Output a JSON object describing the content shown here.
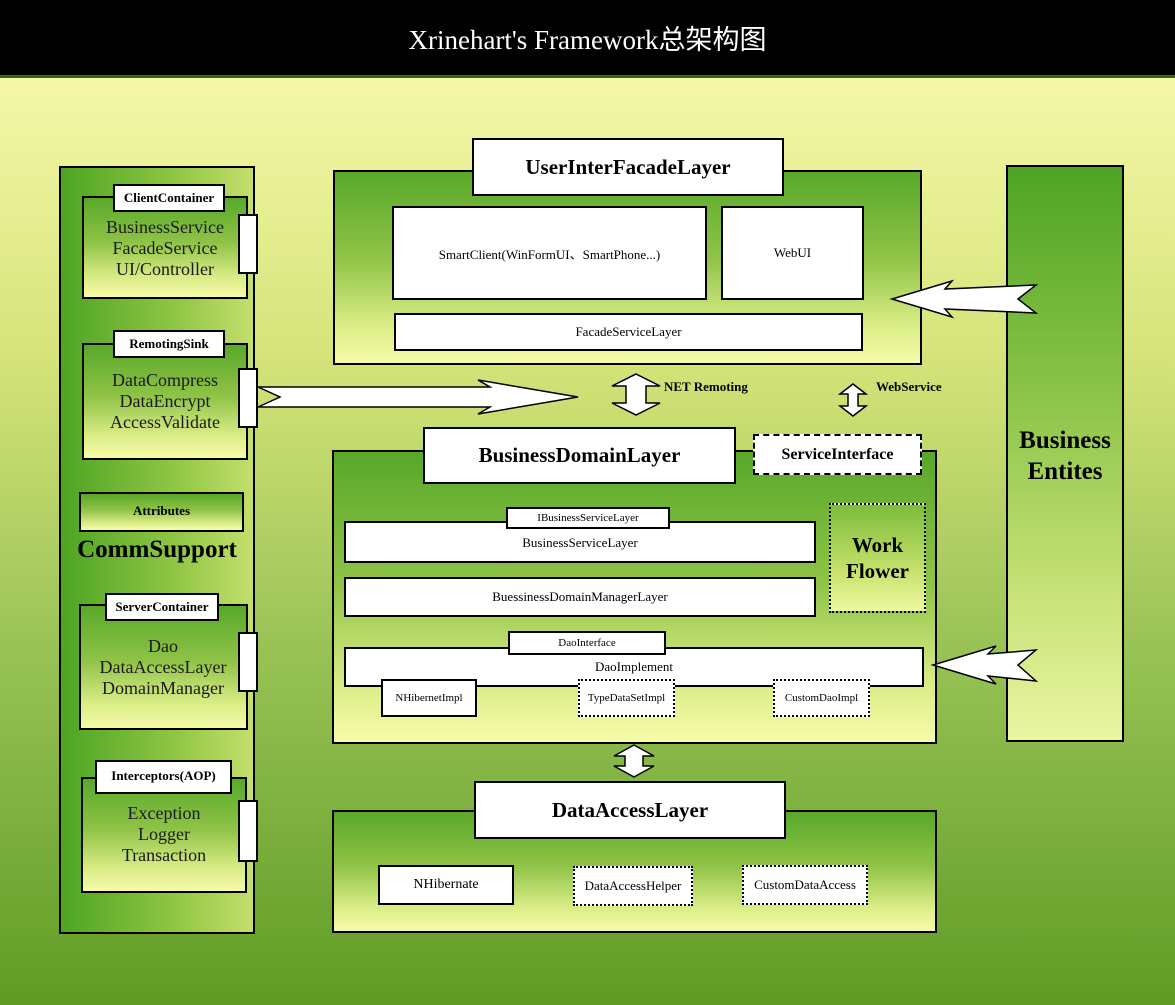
{
  "title": "Xrinehart's Framework总架构图",
  "comm_support": {
    "label": "CommSupport",
    "client_container": {
      "label": "ClientContainer",
      "items": [
        "BusinessService",
        "FacadeService",
        "UI/Controller"
      ]
    },
    "remoting_sink": {
      "label": "RemotingSink",
      "items": [
        "DataCompress",
        "DataEncrypt",
        "AccessValidate"
      ]
    },
    "attributes": "Attributes",
    "server_container": {
      "label": "ServerContainer",
      "items": [
        "Dao",
        "DataAccessLayer",
        "DomainManager"
      ]
    },
    "interceptors": {
      "label": "Interceptors(AOP)",
      "items": [
        "Exception",
        "Logger",
        "Transaction"
      ]
    }
  },
  "ui_layer": {
    "label": "UserInterFacadeLayer",
    "smart_client": "SmartClient(WinFormUI、SmartPhone...)",
    "web_ui": "WebUI",
    "facade_service": "FacadeServiceLayer"
  },
  "connectors": {
    "net_remoting": "NET Remoting",
    "web_service": "WebService"
  },
  "business_layer": {
    "label": "BusinessDomainLayer",
    "service_interface": "ServiceInterface",
    "ibusiness_service": "IBusinessServiceLayer",
    "business_service": "BusinessServiceLayer",
    "domain_manager": "BuessinessDomainManagerLayer",
    "work_flower": "Work Flower",
    "dao_interface": "DaoInterface",
    "dao_implement": "DaoImplement",
    "nhibernate_impl": "NHibernetImpl",
    "typedataset_impl": "TypeDataSetImpl",
    "custom_dao_impl": "CustomDaoImpl"
  },
  "data_layer": {
    "label": "DataAccessLayer",
    "nhibernate": "NHibernate",
    "data_access_helper": "DataAccessHelper",
    "custom_data_access": "CustomDataAccess"
  },
  "business_entities": "Business Entites"
}
